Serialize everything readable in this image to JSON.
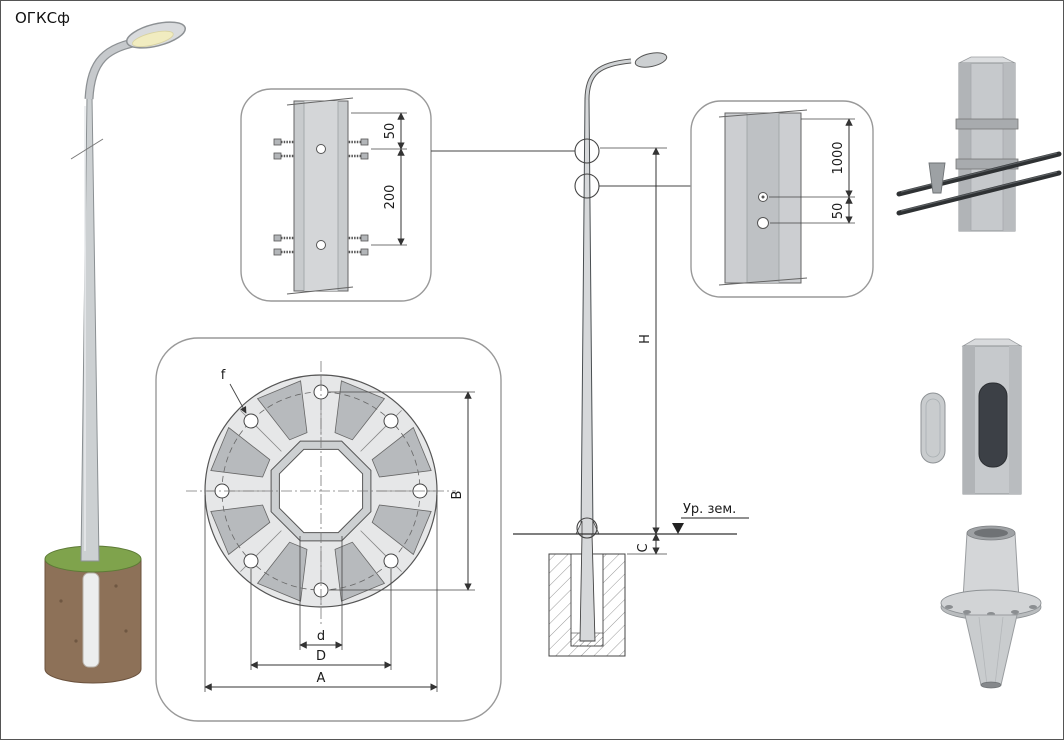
{
  "title": "ОГКСф",
  "clamp_detail": {
    "dim_offset": "50",
    "dim_spacing": "200"
  },
  "hole_detail": {
    "dim_height": "1000",
    "dim_offset": "50"
  },
  "flange_detail": {
    "dim_hole": "f",
    "dim_bolt_span": "B",
    "dim_inner": "d",
    "dim_bolt_circle": "D",
    "dim_outer": "A"
  },
  "elevation": {
    "dim_height": "H",
    "dim_embed": "C",
    "ground_level": "Ур. зем."
  },
  "colors": {
    "line": "#444444",
    "steel_light": "#d6d8da",
    "steel_mid": "#c8cbcd",
    "grass": "#7fa34c",
    "soil": "#8d7158"
  }
}
